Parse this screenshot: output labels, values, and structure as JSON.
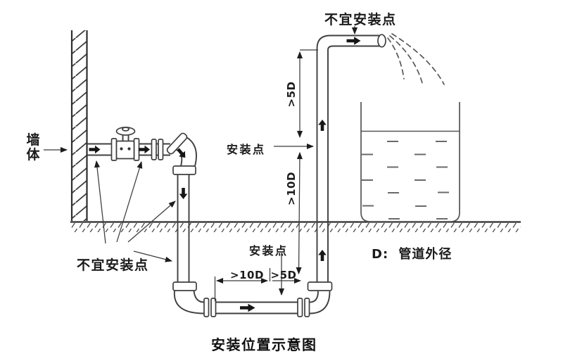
{
  "page": {
    "background": "#ffffff"
  },
  "title": "安装位置示意图",
  "labels": {
    "wall": "墙体",
    "unsuitable_top": "不宜安装点",
    "unsuitable_bottom": "不宜安装点",
    "install_point_mid": "安装点",
    "install_point_bottom": "安装点",
    "legend": "D: 管道外径"
  },
  "dimensions": {
    "riser_upper": ">5D",
    "riser_lower": ">10D",
    "bottom_left_span": ">10D",
    "bottom_right_span": ">5D"
  },
  "icons": {
    "flow_arrow": "solid flow-direction arrow with shaft",
    "leader_arrowhead": "small solid triangle arrowhead"
  },
  "colors": {
    "line": "#3f3f3f",
    "text": "#1b1b1b",
    "arrow": "#161616",
    "background": "#ffffff"
  }
}
